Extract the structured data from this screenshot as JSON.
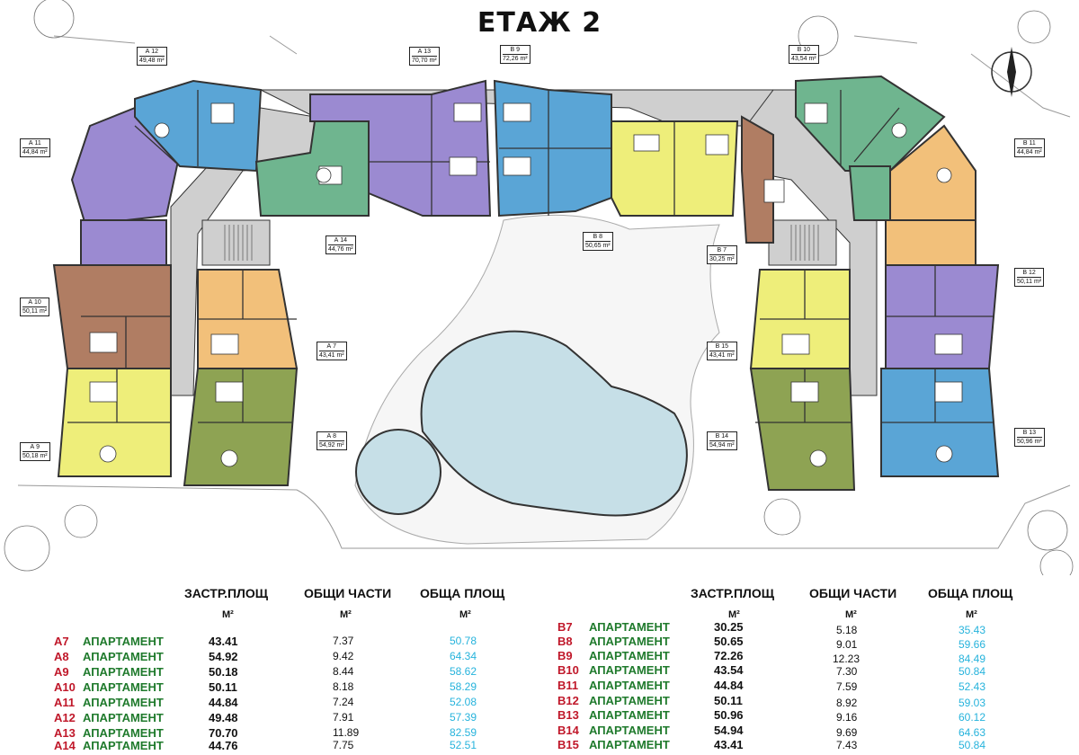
{
  "title": "ЕТАЖ 2",
  "colors": {
    "purple": "#9b8ad1",
    "blue": "#5aa5d6",
    "green": "#6fb58f",
    "brown": "#b07d63",
    "orange": "#f2c07a",
    "yellow": "#eeee7a",
    "olive": "#8ea353",
    "pool": "#c6dfe7",
    "corridor": "#cfcfcf",
    "code_red": "#c0182a",
    "type_green": "#1f7a2c",
    "total_blue": "#26b3dc"
  },
  "plan_labels": [
    {
      "name": "А 12",
      "area": "49,48 m²"
    },
    {
      "name": "А 13",
      "area": "70,70 m²"
    },
    {
      "name": "В 9",
      "area": "72,26 m²"
    },
    {
      "name": "В 10",
      "area": "43,54 m²"
    },
    {
      "name": "А 11",
      "area": "44,84 m²"
    },
    {
      "name": "В 11",
      "area": "44,84 m²"
    },
    {
      "name": "А 14",
      "area": "44,76 m²"
    },
    {
      "name": "В 8",
      "area": "50,65 m²"
    },
    {
      "name": "В 7",
      "area": "30,25 m²"
    },
    {
      "name": "А 10",
      "area": "50,11 m²"
    },
    {
      "name": "В 12",
      "area": "50,11 m²"
    },
    {
      "name": "А 7",
      "area": "43,41 m²"
    },
    {
      "name": "В 15",
      "area": "43,41 m²"
    },
    {
      "name": "А 9",
      "area": "50,18 m²"
    },
    {
      "name": "А 8",
      "area": "54,92 m²"
    },
    {
      "name": "В 14",
      "area": "54,94 m²"
    },
    {
      "name": "В 13",
      "area": "50,96 m²"
    }
  ],
  "table_left": {
    "headers": [
      "ЗАСТР.ПЛОЩ",
      "ОБЩИ ЧАСТИ",
      "ОБЩА ПЛОЩ"
    ],
    "units": [
      "M²",
      "M²",
      "M²"
    ],
    "rows": [
      {
        "code": "А7",
        "type": "АПАРТАМЕНТ",
        "built": "43.41",
        "common": "7.37",
        "total": "50.78"
      },
      {
        "code": "А8",
        "type": "АПАРТАМЕНТ",
        "built": "54.92",
        "common": "9.42",
        "total": "64.34"
      },
      {
        "code": "А9",
        "type": "АПАРТАМЕНТ",
        "built": "50.18",
        "common": "8.44",
        "total": "58.62"
      },
      {
        "code": "А10",
        "type": "АПАРТАМЕНТ",
        "built": "50.11",
        "common": "8.18",
        "total": "58.29"
      },
      {
        "code": "А11",
        "type": "АПАРТАМЕНТ",
        "built": "44.84",
        "common": "7.24",
        "total": "52.08"
      },
      {
        "code": "А12",
        "type": "АПАРТАМЕНТ",
        "built": "49.48",
        "common": "7.91",
        "total": "57.39"
      },
      {
        "code": "А13",
        "type": "АПАРТАМЕНТ",
        "built": "70.70",
        "common": "11.89",
        "total": "82.59"
      },
      {
        "code": "А14",
        "type": "АПАРТАМЕНТ",
        "built": "44.76",
        "common": "7.75",
        "total": "52.51"
      }
    ]
  },
  "table_right": {
    "headers": [
      "ЗАСТР.ПЛОЩ",
      "ОБЩИ ЧАСТИ",
      "ОБЩА ПЛОЩ"
    ],
    "units": [
      "M²",
      "M²",
      "M²"
    ],
    "rows": [
      {
        "code": "В7",
        "type": "АПАРТАМЕНТ",
        "built": "30.25",
        "common": "5.18",
        "total": "35.43"
      },
      {
        "code": "В8",
        "type": "АПАРТАМЕНТ",
        "built": "50.65",
        "common": "9.01",
        "total": "59.66"
      },
      {
        "code": "В9",
        "type": "АПАРТАМЕНТ",
        "built": "72.26",
        "common": "12.23",
        "total": "84.49"
      },
      {
        "code": "В10",
        "type": "АПАРТАМЕНТ",
        "built": "43.54",
        "common": "7.30",
        "total": "50.84"
      },
      {
        "code": "В11",
        "type": "АПАРТАМЕНТ",
        "built": "44.84",
        "common": "7.59",
        "total": "52.43"
      },
      {
        "code": "В12",
        "type": "АПАРТАМЕНТ",
        "built": "50.11",
        "common": "8.92",
        "total": "59.03"
      },
      {
        "code": "В13",
        "type": "АПАРТАМЕНТ",
        "built": "50.96",
        "common": "9.16",
        "total": "60.12"
      },
      {
        "code": "В14",
        "type": "АПАРТАМЕНТ",
        "built": "54.94",
        "common": "9.69",
        "total": "64.63"
      },
      {
        "code": "В15",
        "type": "АПАРТАМЕНТ",
        "built": "43.41",
        "common": "7.43",
        "total": "50.84"
      }
    ]
  }
}
